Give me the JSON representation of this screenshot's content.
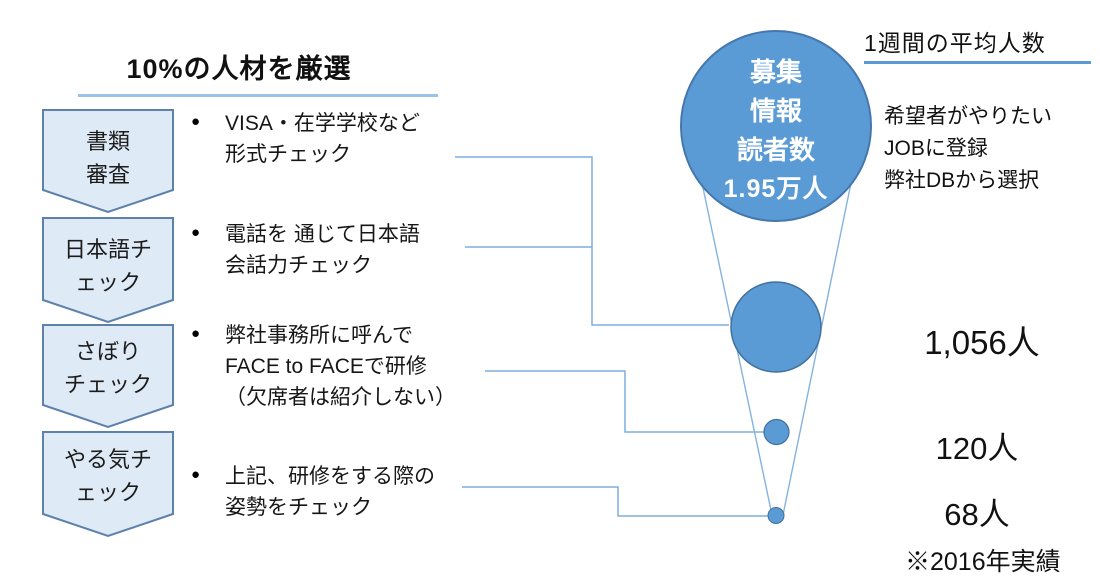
{
  "title": "10%の人材を厳選",
  "glyphs": {
    "bullet": "●"
  },
  "steps": [
    {
      "label": [
        "書類",
        "審査"
      ],
      "desc": [
        "VISA・在学学校など",
        "形式チェック"
      ]
    },
    {
      "label": [
        "日本語チ",
        "ェック"
      ],
      "desc": [
        "電話を 通じて日本語",
        "会話力チェック"
      ]
    },
    {
      "label": [
        "さぼり",
        "チェック"
      ],
      "desc": [
        "弊社事務所に呼んで",
        "FACE to FACEで研修",
        "（欠席者は紹介しない）"
      ]
    },
    {
      "label": [
        "やる気チ",
        "ェック"
      ],
      "desc": [
        "上記、研修をする際の",
        "姿勢をチェック"
      ]
    }
  ],
  "funnel": {
    "top_circle": {
      "lines": [
        "募集",
        "情報",
        "読者数"
      ],
      "value": "1.95万人"
    },
    "stages": [
      {
        "value": "1,056人"
      },
      {
        "value": "120人"
      },
      {
        "value": "68人"
      }
    ]
  },
  "right_panel": {
    "heading": "1週間の平均人数",
    "notes": [
      "希望者がやりたい",
      "JOBに登録",
      "弊社DBから選択"
    ]
  },
  "footnote": "※2016年実績",
  "colors": {
    "accent_blue": "#5B9BD5",
    "circle_border": "#41719C",
    "chevron_fill": "#DEEAF6",
    "chevron_border": "#5D81AB",
    "connector_line": "#7FAEDC",
    "title_underline": "#9CC3E5",
    "heading_underline": "#5B9BD5",
    "text": "#111111"
  }
}
